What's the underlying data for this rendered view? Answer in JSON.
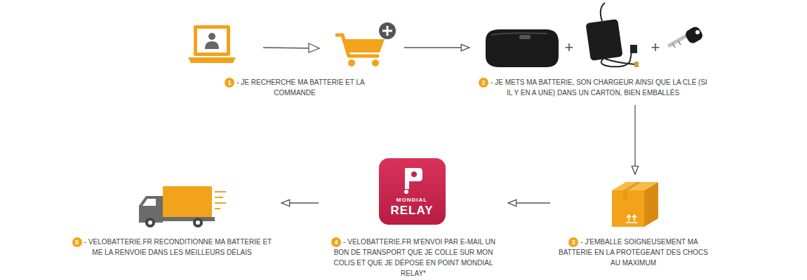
{
  "diagram": {
    "nodes": [
      {
        "text": [
          "1",
          "- JE RECHERCHE MA BATTERIE ET LA COMMANDE"
        ]
      },
      {
        "text": [
          "2",
          "- JE METS MA BATTERIE, SON CHARGEUR AINSI QUE LA CLÉ (SI IL Y EN A UNE) DANS UN CARTON, BIEN EMBALLÉS"
        ]
      },
      {
        "text": [
          "3",
          "- J'EMBALLE SOIGNEUSEMENT MA BATTERIE EN LA PROTÉGEANT DES CHOCS AU MAXIMUM"
        ]
      },
      {
        "text": [
          "4",
          "- VELOBATTERIE.FR M'ENVOI PAR E-MAIL UN BON DE TRANSPORT QUE JE COLLE SUR MON COLIS ET QUE JE DÉPOSE EN POINT MONDIAL RELAY*"
        ]
      },
      {
        "text": [
          "5",
          "- VELOBATTERIE.FR RECONDITIONNE MA BATTERIE ET ME LA RENVOIE DANS LES MEILLEURS DÉLAIS"
        ]
      }
    ],
    "edges": [
      {
        "from": 0,
        "to": 1,
        "arrow": "to"
      },
      {
        "from": 1,
        "to": 2,
        "arrow": "to"
      },
      {
        "from": 2,
        "to": 3,
        "arrow": "to"
      },
      {
        "from": 3,
        "to": 4,
        "arrow": "to"
      }
    ],
    "labels": [
      "+",
      "+",
      "MONDIAL",
      "RELAY"
    ]
  }
}
